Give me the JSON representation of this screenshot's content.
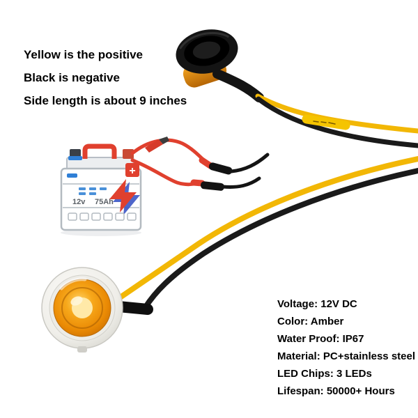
{
  "annotations": {
    "wiring_notes": [
      "Yellow is the positive",
      "Black is negative",
      "Side length is about 9 inches"
    ],
    "specs": [
      "Voltage: 12V DC",
      "Color: Amber",
      "Water Proof: IP67",
      "Material: PC+stainless steel",
      "LED Chips: 3 LEDs",
      "Lifespan: 50000+ Hours"
    ]
  },
  "battery": {
    "voltage_label": "12v",
    "capacity_label": "75Ah",
    "positive_symbol": "+"
  },
  "graphics": {
    "icons": [
      "rear-marker-light",
      "front-marker-light",
      "battery-illustration",
      "lightning-bolt-icon",
      "wire-harness"
    ],
    "colors": {
      "wire_yellow": "#F2B705",
      "wire_black": "#1A1A1A",
      "lens_amber": "#F59F00",
      "battery_red": "#E0402E",
      "bolt_blue": "#3B55C4",
      "background": "#FFFFFF"
    }
  }
}
